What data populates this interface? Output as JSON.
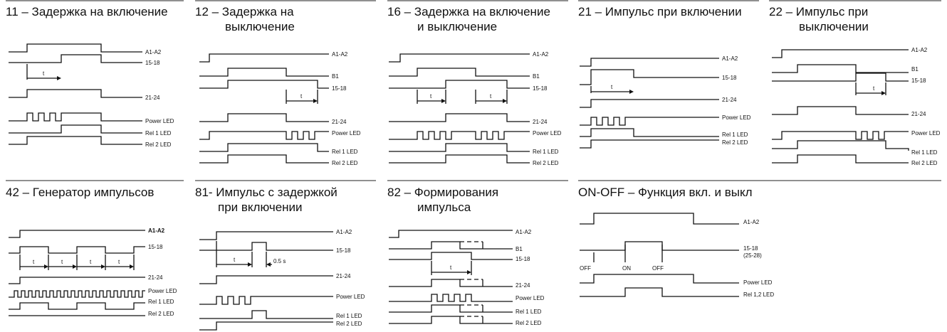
{
  "panels": [
    {
      "id": "p11",
      "title": "11 – Задержка на включение",
      "title2": ""
    },
    {
      "id": "p12",
      "title": "12 – Задержка на",
      "title2": "выключение"
    },
    {
      "id": "p16",
      "title": "16 – Задержка на включение",
      "title2": "и выключение"
    },
    {
      "id": "p21",
      "title": "21 – Импульс при включении",
      "title2": ""
    },
    {
      "id": "p22",
      "title": "22 – Импульс при",
      "title2": "выключении"
    },
    {
      "id": "p42",
      "title": "42 – Генератор импульсов",
      "title2": ""
    },
    {
      "id": "p81",
      "title": "81- Импульс с задержкой",
      "title2": "при включении"
    },
    {
      "id": "p82",
      "title": "82 – Формирования",
      "title2": "импульса"
    },
    {
      "id": "pon",
      "title": "ON-OFF – Функция вкл. и выкл",
      "title2": ""
    }
  ],
  "labels": {
    "a1a2": "A1-A2",
    "b1": "B1",
    "r1518": "15-18",
    "r2124": "21-24",
    "power": "Power LED",
    "rel1": "Rel 1 LED",
    "rel2": "Rel 2 LED",
    "t": "t",
    "s05": "0.5 s",
    "r2528": "(25-28)",
    "rel12": "Rel 1,2 LED",
    "off": "OFF",
    "on": "ON"
  }
}
